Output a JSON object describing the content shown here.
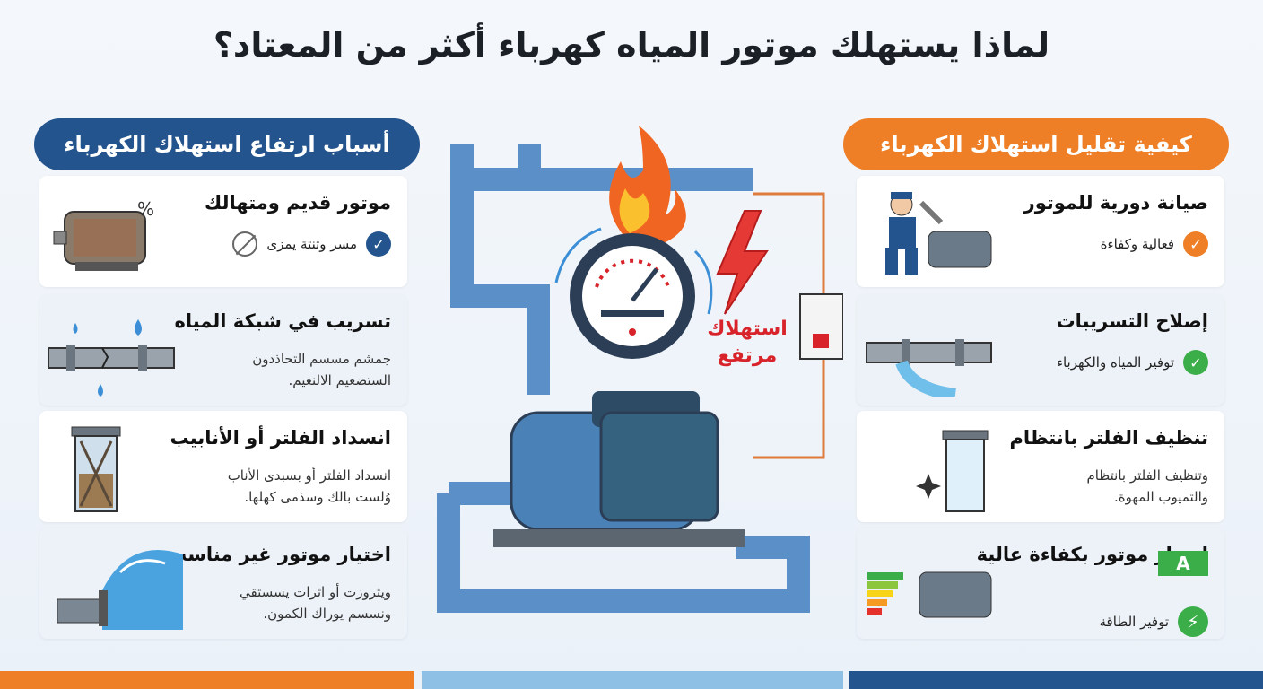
{
  "title": "لماذا يستهلك موتور المياه كهرباء أكثر من المعتاد؟",
  "colors": {
    "blue": "#24548e",
    "orange": "#ee7f27",
    "green": "#3bae49",
    "red": "#d8232a"
  },
  "left": {
    "header": "أسباب ارتفاع استهلاك الكهرباء",
    "cards": [
      {
        "title": "موتور قديم ومتهالك",
        "sub": "مسر وتنتة يمزى",
        "icon": "old-motor-icon"
      },
      {
        "title": "تسريب في شبكة المياه",
        "sub": "جمشم مسسم التحاذدون\nالستضعيم الالنعيم.",
        "icon": "leaking-pipe-icon"
      },
      {
        "title": "انسداد الفلتر أو الأنابيب",
        "sub": "انسداد الفلتر أو بسبدى الأناب\nوُلست بالك وسذمى كهلها.",
        "icon": "clogged-filter-icon"
      },
      {
        "title": "اختيار موتور غير مناسب",
        "sub": "ويثروزت أو اثرات يسستقي\nونسسم يوراك الكمون.",
        "icon": "wrong-motor-icon"
      }
    ]
  },
  "right": {
    "header": "كيفية تقليل استهلاك الكهرباء",
    "cards": [
      {
        "title": "صيانة دورية للموتور",
        "sub": "فعالية وكفاءة",
        "icon": "technician-icon"
      },
      {
        "title": "إصلاح التسريبات",
        "sub": "توفير المياه والكهرباء",
        "icon": "fixed-pipe-icon"
      },
      {
        "title": "تنظيف الفلتر بانتظام",
        "sub": "وتنظيف الفلتر بانتظام\nوالتميوب المهوة.",
        "icon": "clean-filter-icon"
      },
      {
        "title": "اختيار موتور بكفاءة عالية",
        "sub": "توفير الطاقة",
        "icon": "efficient-motor-icon",
        "badge": "A"
      }
    ]
  },
  "center": {
    "high_label": "استهلاك\nمرتفع"
  }
}
